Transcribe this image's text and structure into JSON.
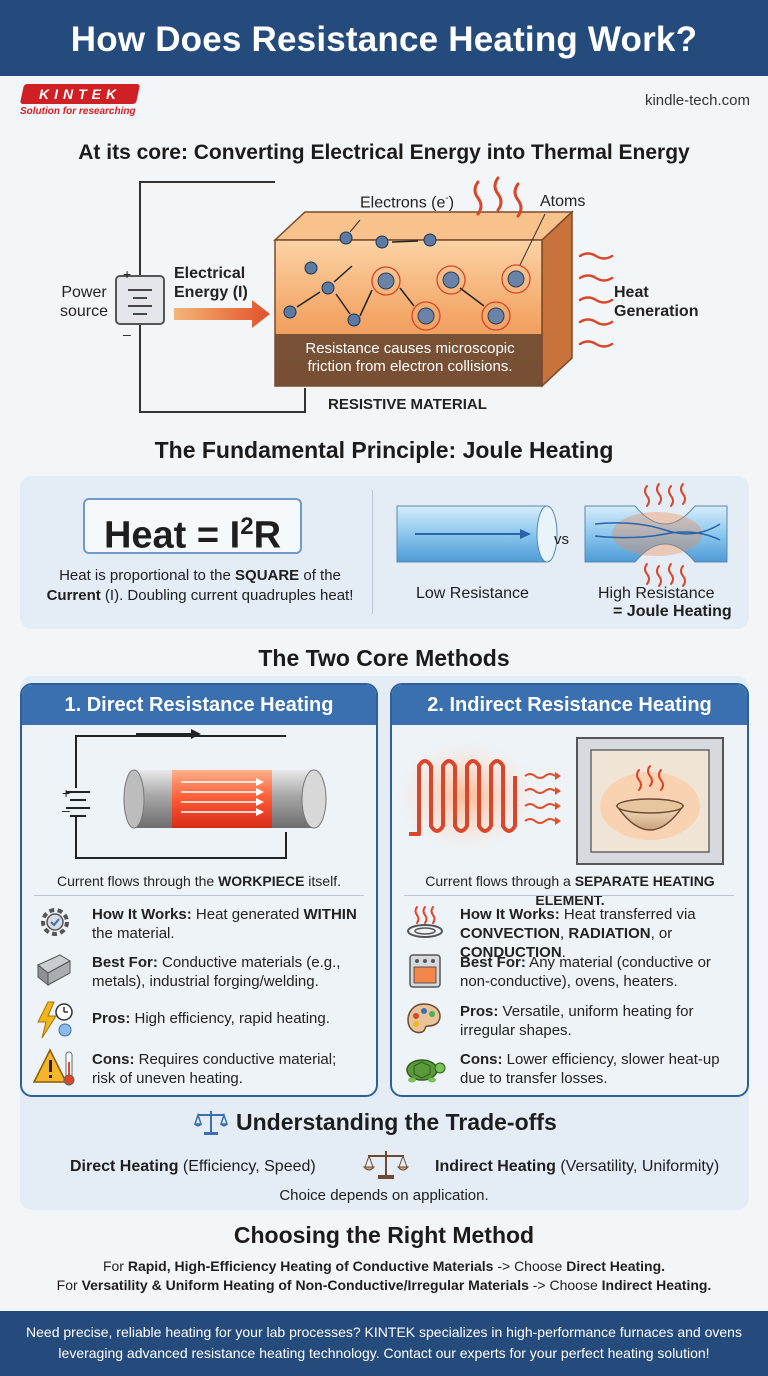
{
  "header": {
    "title": "How Does Resistance Heating Work?",
    "logo_text": "KINTEK",
    "tagline": "Solution for researching",
    "website": "kindle-tech.com"
  },
  "core": {
    "title": "At its core: Converting Electrical Energy into Thermal Energy",
    "electrons_label": "Electrons (e",
    "electrons_sup": "-",
    "electrons_close": ")",
    "atoms_label": "Atoms",
    "power_source": "Power\nsource",
    "plus": "+",
    "minus": "–",
    "electrical_energy": "Electrical\nEnergy (I)",
    "heat_generation": "Heat\nGeneration",
    "friction_caption": "Resistance causes microscopic friction from electron collisions.",
    "material_label": "RESISTIVE MATERIAL"
  },
  "joule": {
    "title": "The Fundamental Principle: Joule Heating",
    "formula_main": "Heat = I",
    "formula_sup": "2",
    "formula_end": "R",
    "desc_1": "Heat is proportional to the ",
    "desc_bold_1": "SQUARE",
    "desc_2": " of the",
    "desc_bold_2": "Current",
    "desc_3": " (I). Doubling current quadruples heat!",
    "vs": "vs",
    "low_resistance": "Low Resistance",
    "high_resistance": "High Resistance",
    "joule_eq": "= ",
    "joule_heating": "Joule Heating"
  },
  "methods": {
    "title": "The Two Core Methods",
    "direct": {
      "heading": "1. Direct Resistance Heating",
      "caption_1": "Current flows through the ",
      "caption_bold": "WORKPIECE",
      "caption_2": " itself.",
      "how_label": "How It Works:",
      "how_1": " Heat generated ",
      "how_bold": "WITHIN",
      "how_2": " the material.",
      "best_label": "Best For:",
      "best_text": " Conductive materials (e.g., metals), industrial forging/welding.",
      "pros_label": "Pros:",
      "pros_text": " High efficiency, rapid heating.",
      "cons_label": "Cons:",
      "cons_text": " Requires conductive material; risk of uneven heating."
    },
    "indirect": {
      "heading": "2. Indirect Resistance Heating",
      "caption_1": "Current flows through a ",
      "caption_bold": "SEPARATE HEATING ELEMENT.",
      "how_label": "How It Works:",
      "how_1": " Heat transferred via ",
      "how_b1": "CONVECTION",
      "how_c1": ", ",
      "how_b2": "RADIATION",
      "how_c2": ", or ",
      "how_b3": "CONDUCTION",
      "how_c3": ".",
      "best_label": "Best For:",
      "best_text": " Any material (conductive or non-conductive), ovens, heaters.",
      "pros_label": "Pros:",
      "pros_text": " Versatile, uniform heating for irregular shapes.",
      "cons_label": "Cons:",
      "cons_text": " Lower efficiency, slower heat-up due to transfer losses."
    }
  },
  "tradeoffs": {
    "title": "Understanding the Trade-offs",
    "direct_bold": "Direct Heating",
    "direct_rest": " (Efficiency, Speed)",
    "indirect_bold": "Indirect Heating",
    "indirect_rest": " (Versatility, Uniformity)",
    "note": "Choice depends on application."
  },
  "choosing": {
    "title": "Choosing the Right Method",
    "line1_a": "For ",
    "line1_bold": "Rapid, High-Efficiency Heating of Conductive Materials",
    "line1_b": " -> Choose ",
    "line1_choice": "Direct Heating.",
    "line2_a": "For ",
    "line2_bold": "Versatility & Uniform Heating of Non-Conductive/Irregular Materials",
    "line2_b": " -> Choose ",
    "line2_choice": "Indirect Heating."
  },
  "footer": {
    "text": "Need precise, reliable heating for your lab processes? KINTEK specializes in high-performance furnaces and ovens leveraging advanced resistance heating technology. Contact our experts for your perfect heating solution!"
  },
  "colors": {
    "banner": "#254b7d",
    "accent_blue": "#3a70b0",
    "brand_red": "#cf2026",
    "heat_orange": "#f08a3c"
  }
}
